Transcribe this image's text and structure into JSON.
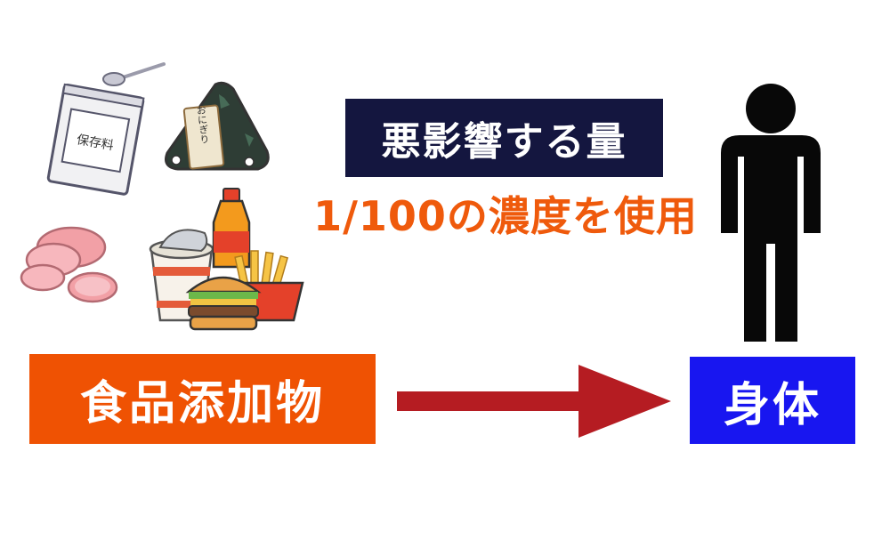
{
  "effect_label": "悪影響する量",
  "concentration_label": "1/100の濃度を使用",
  "source_label": "食品添加物",
  "target_label": "身体",
  "illustration_texts": {
    "preservative_pack": "保存料",
    "onigiri_label": "おにぎり"
  },
  "colors": {
    "dark_banner": "#14163f",
    "orange": "#ef5203",
    "blue": "#1816f0",
    "arrow": "#b51c22"
  }
}
